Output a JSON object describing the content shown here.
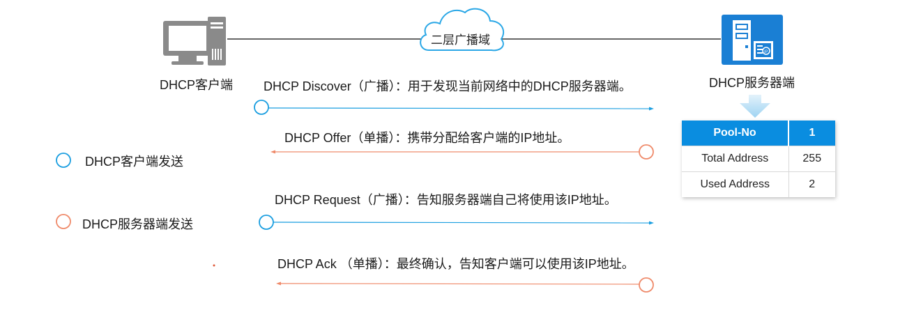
{
  "nodes": {
    "client_label": "DHCP客户端",
    "server_label": "DHCP服务器端",
    "broadcast_domain": "二层广播域"
  },
  "messages": [
    {
      "text": "DHCP Discover（广播）：用于发现当前网络中的DHCP服务器端。",
      "direction": "client-to-server",
      "color": "#1a9ee0"
    },
    {
      "text": "DHCP Offer（单播）：携带分配给客户端的IP地址。",
      "direction": "server-to-client",
      "color": "#ef8a6a"
    },
    {
      "text": "DHCP Request（广播）：告知服务器端自己将使用该IP地址。",
      "direction": "client-to-server",
      "color": "#1a9ee0"
    },
    {
      "text": "DHCP Ack （单播）：最终确认，告知客户端可以使用该IP地址。",
      "direction": "server-to-client",
      "color": "#ef8a6a"
    }
  ],
  "legend": {
    "client_send": {
      "label": "DHCP客户端发送",
      "color": "#1a9ee0"
    },
    "server_send": {
      "label": "DHCP服务器端发送",
      "color": "#ef8a6a"
    }
  },
  "pool_table": {
    "header": [
      "Pool-No",
      "1"
    ],
    "rows": [
      [
        "Total Address",
        "255"
      ],
      [
        "Used Address",
        "2"
      ]
    ]
  },
  "icons": {
    "client": "computer-icon",
    "server": "ip-server-icon",
    "cloud": "cloud-icon",
    "down_arrow": "down-arrow-icon"
  },
  "colors": {
    "client": "#1a9ee0",
    "server": "#ef8a6a",
    "table_header": "#0a8de0",
    "server_icon": "#1a7fd4",
    "computer_icon": "#8a8a8a"
  }
}
